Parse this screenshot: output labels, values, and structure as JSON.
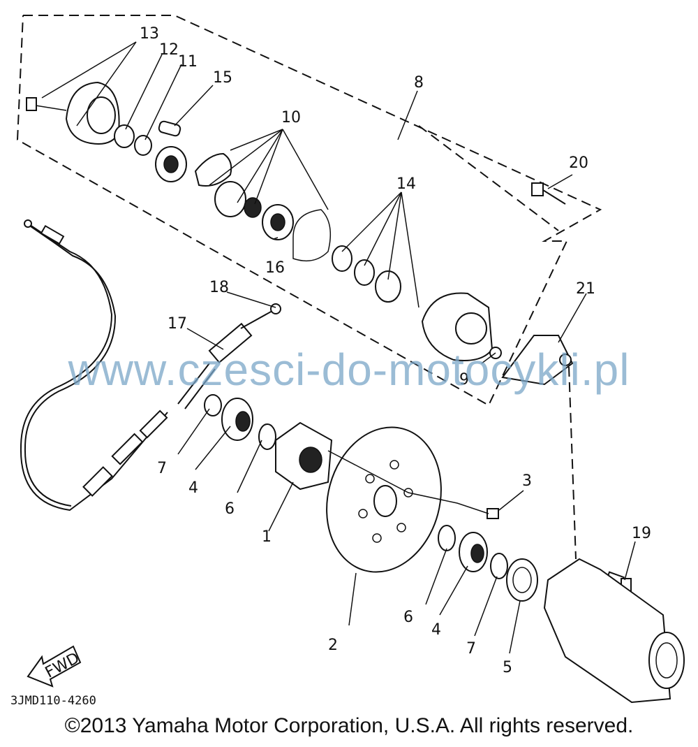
{
  "callouts": {
    "n1": "1",
    "n2": "2",
    "n3": "3",
    "n4a": "4",
    "n4b": "4",
    "n5": "5",
    "n6a": "6",
    "n6b": "6",
    "n7a": "7",
    "n7b": "7",
    "n8": "8",
    "n9": "9",
    "n10": "10",
    "n11": "11",
    "n12": "12",
    "n13": "13",
    "n14": "14",
    "n15": "15",
    "n16": "16",
    "n17": "17",
    "n18": "18",
    "n19": "19",
    "n20": "20",
    "n21": "21"
  },
  "fwd_label": "FWD",
  "diagram_code": "3JMD110-4260",
  "watermark": "www.czesci-do-motocykli.pl",
  "copyright": "©2013 Yamaha Motor Corporation, U.S.A. All rights reserved."
}
